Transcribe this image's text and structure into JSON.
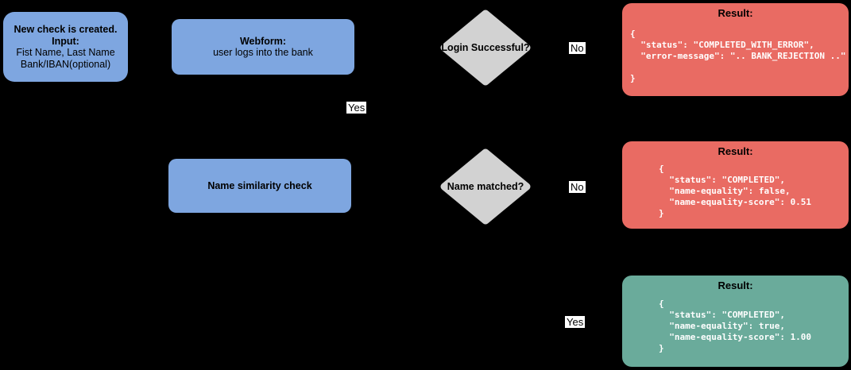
{
  "diagram": {
    "colors": {
      "background": "#000000",
      "process_fill": "#7ea6e0",
      "decision_fill": "#d2d2d2",
      "error_fill": "#e96b63",
      "success_fill": "#6aab9b",
      "edge_label_bg": "#ffffff",
      "code_text": "#ffffff"
    },
    "nodes": {
      "start": {
        "title": "New check is created.\nInput:",
        "body": "Fist Name, Last Name\nBank/IBAN(optional)"
      },
      "webform": {
        "title": "Webform:",
        "body": "user logs into the bank"
      },
      "decision_login": {
        "label": "Login Successful?"
      },
      "name_check": {
        "title": "Name similarity check"
      },
      "decision_name": {
        "label": "Name matched?"
      },
      "result_login_error": {
        "heading": "Result:",
        "code": "{\n  \"status\": \"COMPLETED_WITH_ERROR\",\n  \"error-message\": \".. BANK_REJECTION ..\"\n\n}"
      },
      "result_name_mismatch": {
        "heading": "Result:",
        "code": "{\n  \"status\": \"COMPLETED\",\n  \"name-equality\": false,\n  \"name-equality-score\": 0.51\n}"
      },
      "result_success": {
        "heading": "Result:",
        "code": "{\n  \"status\": \"COMPLETED\",\n  \"name-equality\": true,\n  \"name-equality-score\": 1.00\n}"
      }
    },
    "edge_labels": {
      "login_yes": "Yes",
      "login_no": "No",
      "name_no": "No",
      "name_yes": "Yes"
    }
  }
}
